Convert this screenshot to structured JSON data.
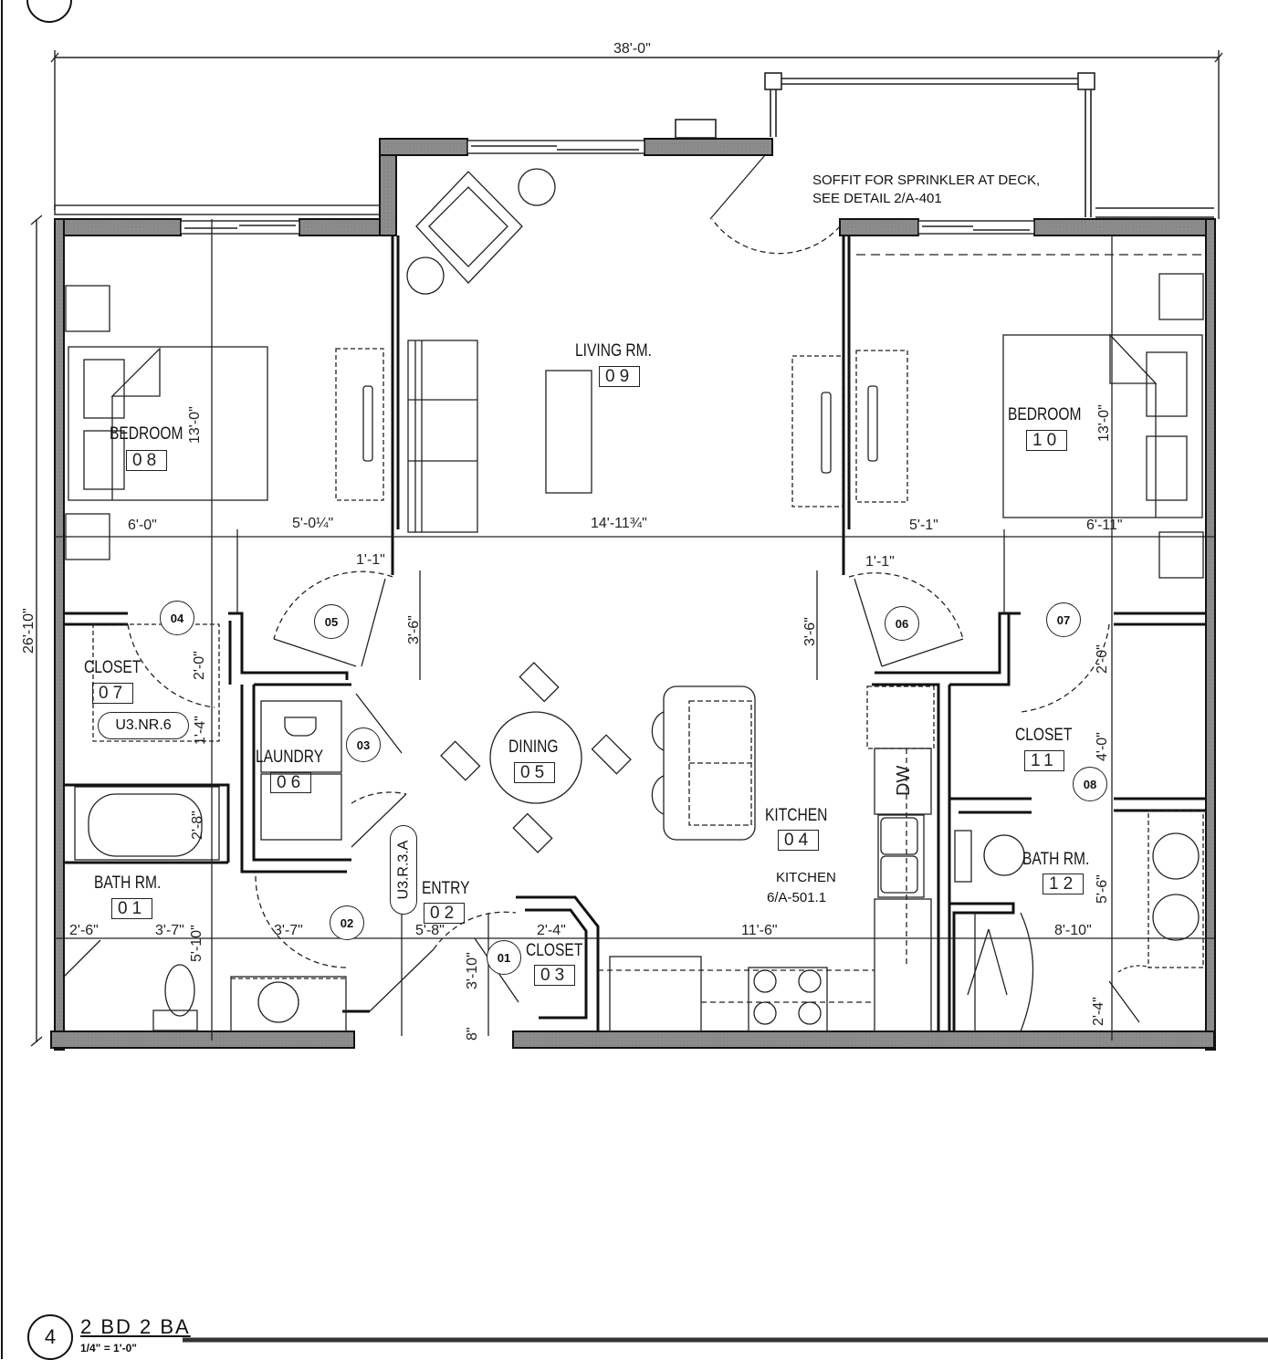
{
  "drawing": {
    "number": "4",
    "title": "2 BD 2 BA",
    "scale": "1/4\" = 1'-0\""
  },
  "overall_dims": {
    "width": "38'-0\"",
    "depth": "26'-10\""
  },
  "rooms": [
    {
      "name": "BEDROOM",
      "num": "08"
    },
    {
      "name": "LIVING RM.",
      "num": "09"
    },
    {
      "name": "BEDROOM",
      "num": "10"
    },
    {
      "name": "CLOSET",
      "num": "07"
    },
    {
      "name": "LAUNDRY",
      "num": "06"
    },
    {
      "name": "DINING",
      "num": "05"
    },
    {
      "name": "KITCHEN",
      "num": "04"
    },
    {
      "name": "CLOSET",
      "num": "11"
    },
    {
      "name": "BATH RM.",
      "num": "01"
    },
    {
      "name": "ENTRY",
      "num": "02"
    },
    {
      "name": "CLOSET",
      "num": "03"
    },
    {
      "name": "BATH RM.",
      "num": "12"
    }
  ],
  "doors": [
    "01",
    "02",
    "03",
    "04",
    "05",
    "06",
    "07",
    "08"
  ],
  "dims": {
    "bed08_depth": "13'-0\"",
    "bed10_depth": "13'-0\"",
    "d_6_0": "6'-0\"",
    "d_5_0q": "5'-0¼\"",
    "d_living": "14'-11¾\"",
    "d_5_1": "5'-1\"",
    "d_6_11": "6'-11\"",
    "d_1_1a": "1'-1\"",
    "d_1_1b": "1'-1\"",
    "d_3_6a": "3'-6\"",
    "d_3_6b": "3'-6\"",
    "d_2_0a": "2'-0\"",
    "d_2_0b": "2'-0\"",
    "d_1_4": "1'-4\"",
    "d_2_8": "2'-8\"",
    "d_4_0": "4'-0\"",
    "d_2_6": "2'-6\"",
    "d_3_7a": "3'-7\"",
    "d_3_7b": "3'-7\"",
    "d_5_10": "5'-10\"",
    "d_5_8": "5'-8\"",
    "d_2_4a": "2'-4\"",
    "d_3_10": "3'-10\"",
    "d_11_6": "11'-6\"",
    "d_8_10": "8'-10\"",
    "d_5_6": "5'-6\"",
    "d_2_4b": "2'-4\"",
    "d_8": "8\""
  },
  "tags": {
    "nr": "U3.NR.6",
    "ra": "U3.R.3.A",
    "dw": "DW"
  },
  "notes": {
    "soffit_line1": "SOFFIT FOR SPRINKLER AT DECK,",
    "soffit_line2": "SEE DETAIL 2/A-401",
    "kitchen_ref1": "KITCHEN",
    "kitchen_ref2": "6/A-501.1"
  },
  "colors": {
    "wall_fill": "#8a8a8a",
    "line": "#1a1a1a"
  }
}
